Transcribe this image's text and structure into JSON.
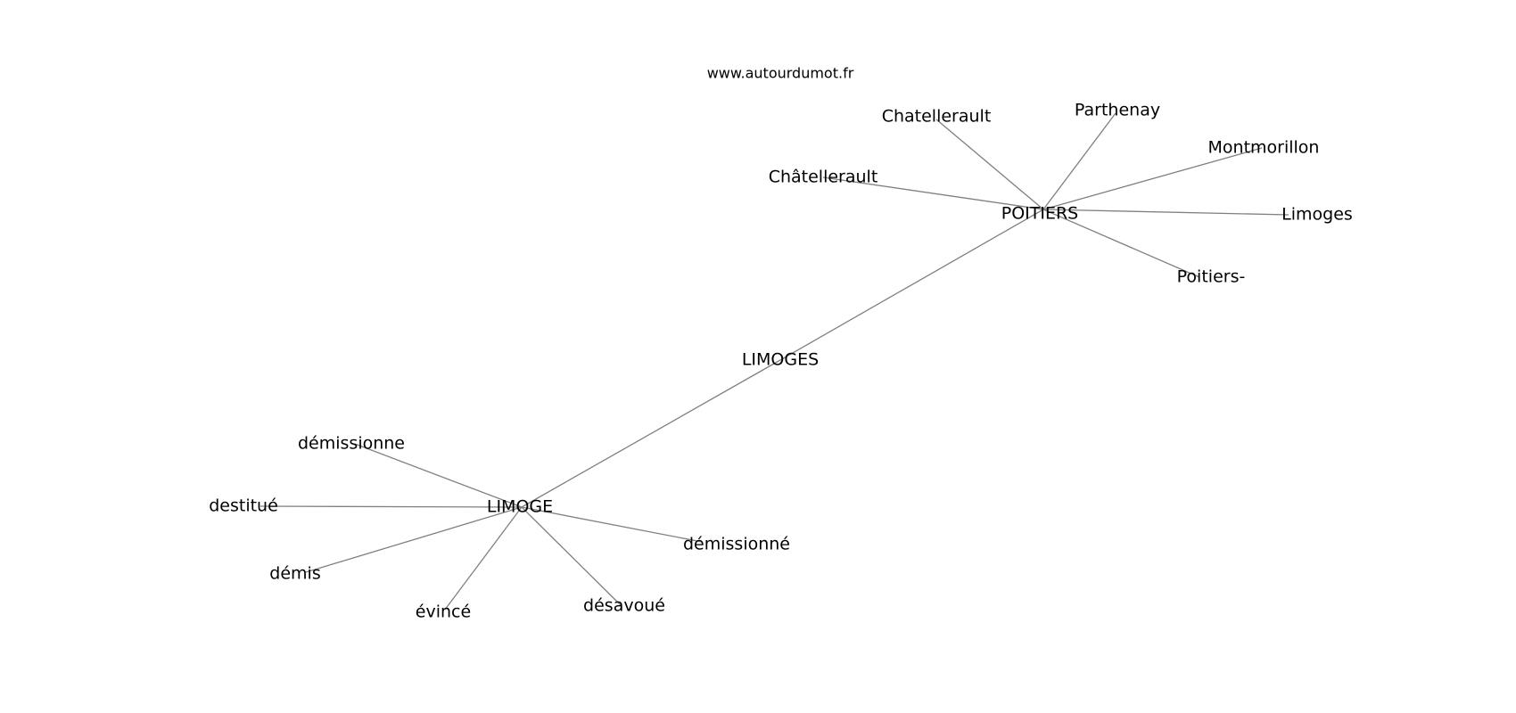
{
  "watermark": "www.autourdumot.fr",
  "graph": {
    "nodes": [
      {
        "id": "limoges",
        "label": "LIMOGES"
      },
      {
        "id": "poitiers",
        "label": "POITIERS"
      },
      {
        "id": "limoge",
        "label": "LIMOGE"
      },
      {
        "id": "chatellerault",
        "label": "Chatellerault"
      },
      {
        "id": "parthenay",
        "label": "Parthenay"
      },
      {
        "id": "montmorillon",
        "label": "Montmorillon"
      },
      {
        "id": "chatellerault-accent",
        "label": "Châtellerault"
      },
      {
        "id": "limoges-lower",
        "label": "Limoges"
      },
      {
        "id": "poitiers-dash",
        "label": "Poitiers-"
      },
      {
        "id": "demissionne",
        "label": "démissionne"
      },
      {
        "id": "destitue",
        "label": "destitué"
      },
      {
        "id": "demis",
        "label": "démis"
      },
      {
        "id": "evince",
        "label": "évincé"
      },
      {
        "id": "desavoue",
        "label": "désavoué"
      },
      {
        "id": "demissionne-accent",
        "label": "démissionné"
      }
    ],
    "edges": [
      [
        "poitiers",
        "limoges"
      ],
      [
        "limoges",
        "limoge"
      ],
      [
        "poitiers",
        "chatellerault"
      ],
      [
        "poitiers",
        "parthenay"
      ],
      [
        "poitiers",
        "montmorillon"
      ],
      [
        "poitiers",
        "chatellerault-accent"
      ],
      [
        "poitiers",
        "limoges-lower"
      ],
      [
        "poitiers",
        "poitiers-dash"
      ],
      [
        "limoge",
        "demissionne"
      ],
      [
        "limoge",
        "destitue"
      ],
      [
        "limoge",
        "demis"
      ],
      [
        "limoge",
        "evince"
      ],
      [
        "limoge",
        "desavoue"
      ],
      [
        "limoge",
        "demissionne-accent"
      ]
    ]
  }
}
